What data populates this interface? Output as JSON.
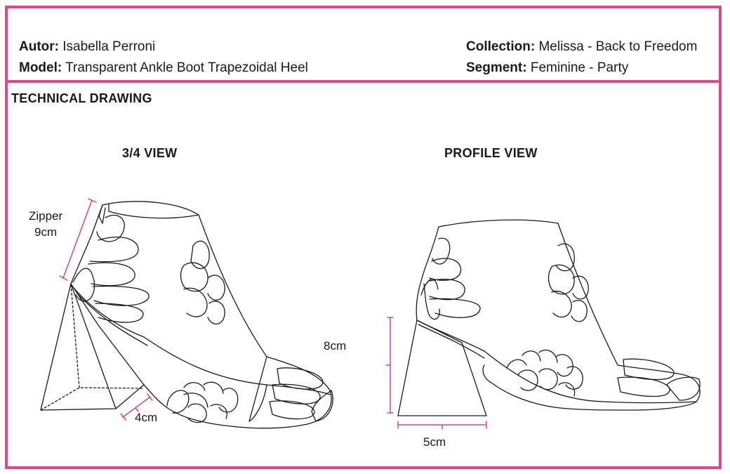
{
  "header": {
    "author_label": "Autor:",
    "author_value": "Isabella Perroni",
    "model_label": "Model:",
    "model_value": "Transparent Ankle Boot Trapezoidal Heel",
    "collection_label": "Collection:",
    "collection_value": "Melissa - Back to Freedom",
    "segment_label": "Segment:",
    "segment_value": "Feminine - Party"
  },
  "section_title": "TECHNICAL DRAWING",
  "views": {
    "three_quarter": "3/4 VIEW",
    "profile": "PROFILE VIEW"
  },
  "dimensions": {
    "zipper_label": "Zipper",
    "zipper_value": "9cm",
    "heel_depth": "4cm",
    "heel_height": "8cm",
    "heel_width": "5cm"
  },
  "colors": {
    "frame": "#e0468c",
    "measure": "#d6409a",
    "ink": "#1a1a1a"
  }
}
